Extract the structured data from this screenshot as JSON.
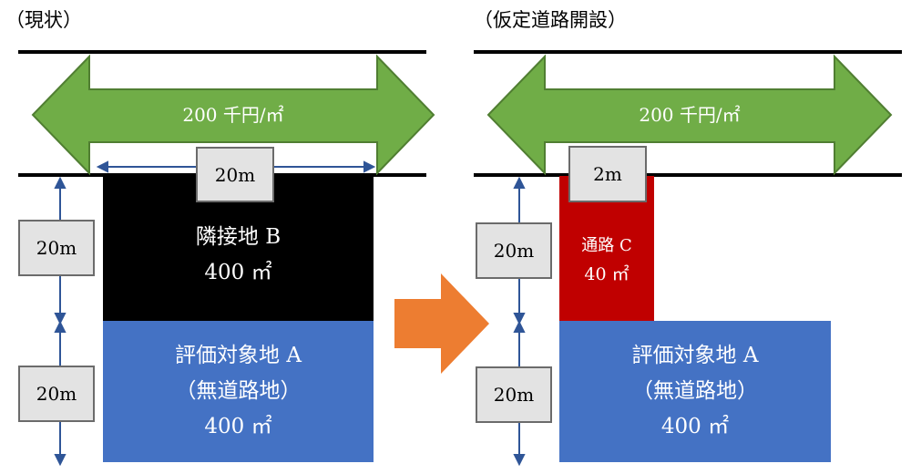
{
  "left": {
    "title": "（現状）",
    "road_price": "200 千円/㎡",
    "frontage": "20m",
    "depth_upper": "20m",
    "depth_lower": "20m",
    "neighbor": {
      "name": "隣接地 B",
      "area": "400 ㎡"
    },
    "subject": {
      "name": "評価対象地 A",
      "note": "（無道路地）",
      "area": "400 ㎡"
    }
  },
  "right": {
    "title": "（仮定道路開設）",
    "road_price": "200 千円/㎡",
    "passage_width": "2m",
    "depth_upper": "20m",
    "depth_lower": "20m",
    "passage": {
      "name": "通路 C",
      "area": "40 ㎡"
    },
    "subject": {
      "name": "評価対象地 A",
      "note": "（無道路地）",
      "area": "400 ㎡"
    }
  },
  "colors": {
    "road_arrow": "#70ad47",
    "neighbor": "#000000",
    "subject": "#4472c4",
    "passage": "#c00000",
    "transition_arrow": "#ed7d31",
    "dimension_line": "#2f5597"
  }
}
